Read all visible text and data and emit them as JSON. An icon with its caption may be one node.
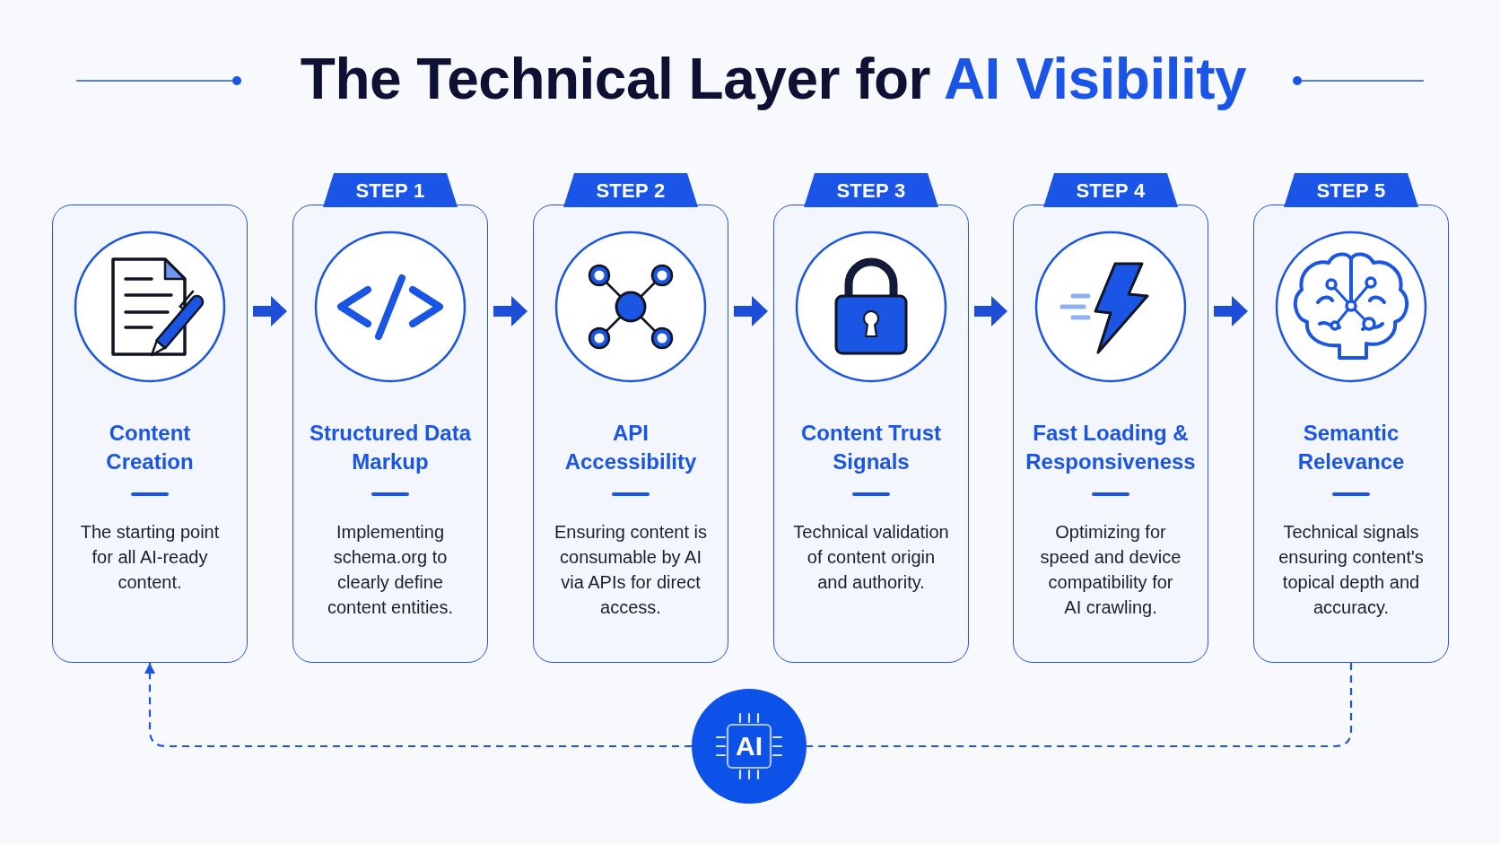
{
  "diagram": {
    "title": "The Technical Layer for **AI Visibility**",
    "nodes": [
      {
        "text": [
          "Content Creation",
          "The starting point for all AI-ready content."
        ]
      },
      {
        "text": [
          "STEP 1",
          "Structured Data Markup",
          "Implementing schema.org to clearly define content entities."
        ]
      },
      {
        "text": [
          "STEP 2",
          "API Accessibility",
          "Ensuring content is consumable by AI via APIs for direct access."
        ]
      },
      {
        "text": [
          "STEP 3",
          "Content Trust Signals",
          "Technical validation of content origin and authority."
        ]
      },
      {
        "text": [
          "STEP 4",
          "Fast Loading & Responsiveness",
          "Optimizing for speed and device compatibility for AI crawling."
        ]
      },
      {
        "text": [
          "STEP 5",
          "Semantic Relevance",
          "Technical signals ensuring content's topical depth and accuracy."
        ]
      },
      {
        "text": [
          "AI"
        ]
      }
    ],
    "edges": [
      {
        "from": 0,
        "to": 1,
        "arrow": "to"
      },
      {
        "from": 1,
        "to": 2,
        "arrow": "to"
      },
      {
        "from": 2,
        "to": 3,
        "arrow": "to"
      },
      {
        "from": 3,
        "to": 4,
        "arrow": "to"
      },
      {
        "from": 4,
        "to": 5,
        "arrow": "to"
      },
      {
        "from": 5,
        "to": 6,
        "arrow": "none",
        "style": "dashed"
      },
      {
        "from": 6,
        "to": 0,
        "arrow": "to",
        "style": "dashed"
      }
    ]
  }
}
